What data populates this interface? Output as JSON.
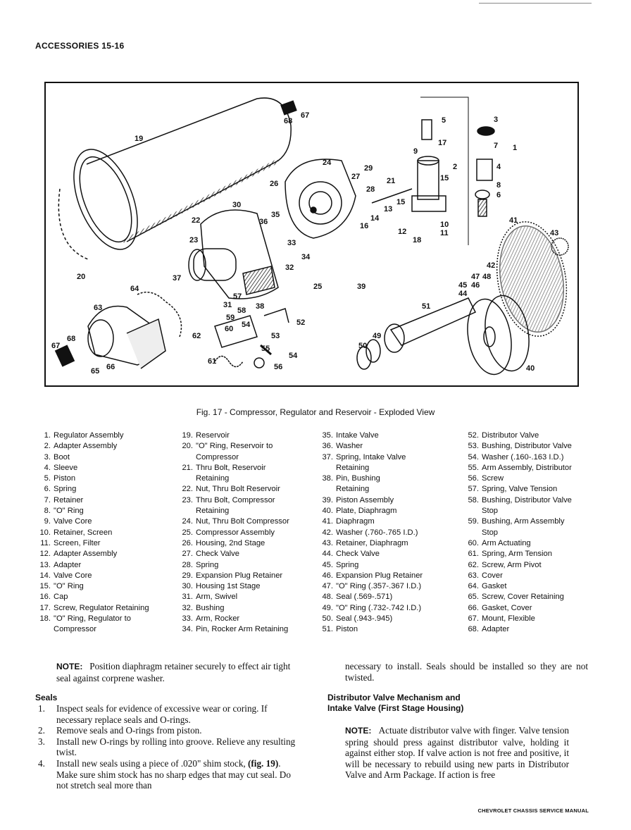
{
  "header": {
    "title": "ACCESSORIES 15-16"
  },
  "figure": {
    "caption": "Fig. 17 - Compressor, Regulator and Reservoir - Exploded View",
    "callouts": [
      "1",
      "2",
      "3",
      "4",
      "5",
      "6",
      "7",
      "8",
      "9",
      "10",
      "11",
      "12",
      "13",
      "14",
      "15",
      "15",
      "16",
      "17",
      "18",
      "19",
      "20",
      "21",
      "22",
      "23",
      "24",
      "25",
      "26",
      "27",
      "28",
      "29",
      "30",
      "31",
      "32",
      "33",
      "34",
      "35",
      "36",
      "37",
      "38",
      "39",
      "40",
      "41",
      "42",
      "43",
      "44",
      "45",
      "46",
      "47",
      "48",
      "49",
      "50",
      "51",
      "52",
      "53",
      "54",
      "55",
      "56",
      "57",
      "58",
      "59",
      "60",
      "61",
      "62",
      "63",
      "64",
      "65",
      "66",
      "67",
      "67",
      "68",
      "68"
    ]
  },
  "parts": {
    "col1": [
      {
        "n": "1.",
        "name": "Regulator Assembly"
      },
      {
        "n": "2.",
        "name": "Adapter Assembly"
      },
      {
        "n": "3.",
        "name": "Boot"
      },
      {
        "n": "4.",
        "name": "Sleeve"
      },
      {
        "n": "5.",
        "name": "Piston"
      },
      {
        "n": "6.",
        "name": "Spring"
      },
      {
        "n": "7.",
        "name": "Retainer"
      },
      {
        "n": "8.",
        "name": "\"O\" Ring"
      },
      {
        "n": "9.",
        "name": "Valve Core"
      },
      {
        "n": "10.",
        "name": "Retainer, Screen"
      },
      {
        "n": "11.",
        "name": "Screen, Filter"
      },
      {
        "n": "12.",
        "name": "Adapter Assembly"
      },
      {
        "n": "13.",
        "name": "Adapter"
      },
      {
        "n": "14.",
        "name": "Valve Core"
      },
      {
        "n": "15.",
        "name": "\"O\" Ring"
      },
      {
        "n": "16.",
        "name": "Cap"
      },
      {
        "n": "17.",
        "name": "Screw, Regulator Retaining"
      },
      {
        "n": "18.",
        "name": "\"O\" Ring, Regulator to\nCompressor"
      }
    ],
    "col2": [
      {
        "n": "19.",
        "name": "Reservoir"
      },
      {
        "n": "20.",
        "name": "\"O\" Ring, Reservoir to\nCompressor"
      },
      {
        "n": "21.",
        "name": "Thru Bolt, Reservoir\nRetaining"
      },
      {
        "n": "22.",
        "name": "Nut, Thru Bolt Reservoir"
      },
      {
        "n": "23.",
        "name": "Thru Bolt, Compressor\nRetaining"
      },
      {
        "n": "24.",
        "name": "Nut, Thru Bolt Compressor"
      },
      {
        "n": "25.",
        "name": "Compressor Assembly"
      },
      {
        "n": "26.",
        "name": "Housing, 2nd Stage"
      },
      {
        "n": "27.",
        "name": "Check Valve"
      },
      {
        "n": "28.",
        "name": "Spring"
      },
      {
        "n": "29.",
        "name": "Expansion Plug Retainer"
      },
      {
        "n": "30.",
        "name": "Housing 1st Stage"
      },
      {
        "n": "31.",
        "name": "Arm, Swivel"
      },
      {
        "n": "32.",
        "name": "Bushing"
      },
      {
        "n": "33.",
        "name": "Arm, Rocker"
      },
      {
        "n": "34.",
        "name": "Pin, Rocker Arm Retaining"
      }
    ],
    "col3": [
      {
        "n": "35.",
        "name": "Intake Valve"
      },
      {
        "n": "36.",
        "name": "Washer"
      },
      {
        "n": "37.",
        "name": "Spring, Intake Valve\nRetaining"
      },
      {
        "n": "38.",
        "name": "Pin, Bushing\nRetaining"
      },
      {
        "n": "39.",
        "name": "Piston Assembly"
      },
      {
        "n": "40.",
        "name": "Plate, Diaphragm"
      },
      {
        "n": "41.",
        "name": "Diaphragm"
      },
      {
        "n": "42.",
        "name": "Washer (.760-.765 I.D.)"
      },
      {
        "n": "43.",
        "name": "Retainer, Diaphragm"
      },
      {
        "n": "44.",
        "name": "Check Valve"
      },
      {
        "n": "45.",
        "name": "Spring"
      },
      {
        "n": "46.",
        "name": "Expansion Plug Retainer"
      },
      {
        "n": "47.",
        "name": "\"O\" Ring (.357-.367 I.D.)"
      },
      {
        "n": "48.",
        "name": "Seal (.569-.571)"
      },
      {
        "n": "49.",
        "name": "\"O\" Ring (.732-.742 I.D.)"
      },
      {
        "n": "50.",
        "name": "Seal (.943-.945)"
      },
      {
        "n": "51.",
        "name": "Piston"
      }
    ],
    "col4": [
      {
        "n": "52.",
        "name": "Distributor Valve"
      },
      {
        "n": "53.",
        "name": "Bushing, Distributor Valve"
      },
      {
        "n": "54.",
        "name": "Washer (.160-.163 I.D.)"
      },
      {
        "n": "55.",
        "name": "Arm Assembly, Distributor"
      },
      {
        "n": "56.",
        "name": "Screw"
      },
      {
        "n": "57.",
        "name": "Spring, Valve Tension"
      },
      {
        "n": "58.",
        "name": "Bushing, Distributor Valve\nStop"
      },
      {
        "n": "59.",
        "name": "Bushing, Arm Assembly\nStop"
      },
      {
        "n": "60.",
        "name": "Arm Actuating"
      },
      {
        "n": "61.",
        "name": "Spring, Arm Tension"
      },
      {
        "n": "62.",
        "name": "Screw, Arm Pivot"
      },
      {
        "n": "63.",
        "name": "Cover"
      },
      {
        "n": "64.",
        "name": "Gasket"
      },
      {
        "n": "65.",
        "name": "Screw, Cover Retaining"
      },
      {
        "n": "66.",
        "name": "Gasket, Cover"
      },
      {
        "n": "67.",
        "name": "Mount, Flexible"
      },
      {
        "n": "68.",
        "name": "Adapter"
      }
    ]
  },
  "note1": {
    "label": "NOTE:",
    "text": "Position diaphragm retainer securely to effect air tight seal against corprene washer."
  },
  "seals": {
    "heading": "Seals",
    "steps": [
      {
        "n": "1.",
        "text": "Inspect seals for evidence of excessive wear or coring. If necessary replace seals and O-rings."
      },
      {
        "n": "2.",
        "text": "Remove seals and O-rings from piston."
      },
      {
        "n": "3.",
        "text": "Install new O-rings by rolling into groove. Relieve any resulting twist."
      },
      {
        "n": "4.",
        "text_a": "Install new seals using a piece of .020\" shim stock, ",
        "fig": "(fig. 19)",
        "text_b": ". Make sure shim stock has no sharp edges that may cut seal. Do not stretch seal more than"
      }
    ]
  },
  "right_col": {
    "continuation": "necessary to install. Seals should be installed so they are not twisted.",
    "heading_line1": "Distributor Valve Mechanism and",
    "heading_line2": "Intake Valve (First Stage Housing)",
    "note_label": "NOTE:",
    "note_text": "Actuate distributor valve with finger. Valve tension spring should press against distributor valve, holding it against either stop. If valve action is not free and positive, it will be necessary to rebuild using new parts in Distributor Valve and Arm Package. If action is free"
  },
  "footer": {
    "text": "CHEVROLET CHASSIS SERVICE MANUAL"
  }
}
